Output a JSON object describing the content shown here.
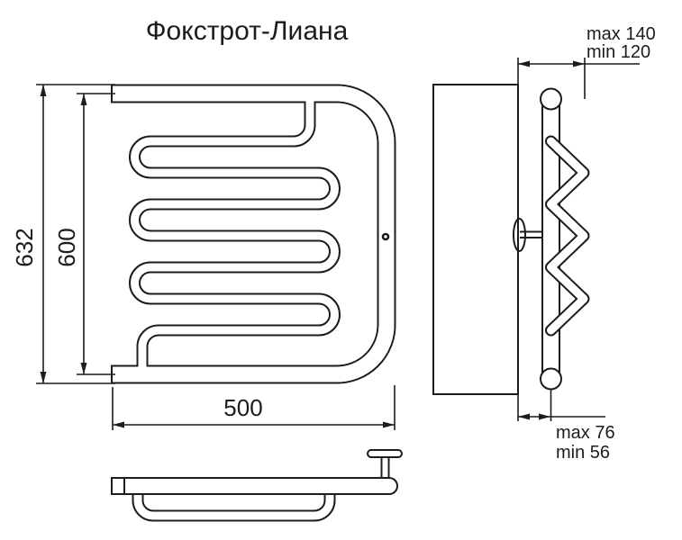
{
  "title": "Фокстрот-Лиана",
  "front_view": {
    "height_outer_label": "632",
    "height_center_label": "600",
    "width_label": "500"
  },
  "side_view": {
    "top_clearance_max": "max 140",
    "top_clearance_min": "min 120",
    "bottom_clearance_max": "max 76",
    "bottom_clearance_min": "min 56"
  },
  "colors": {
    "line": "#1c1c1c",
    "background": "#ffffff"
  }
}
